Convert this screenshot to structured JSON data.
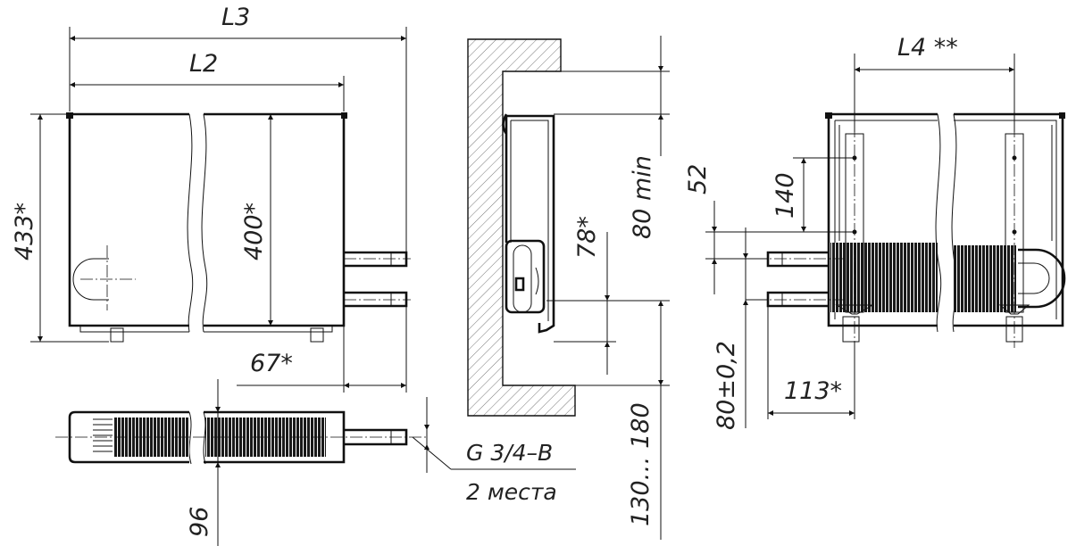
{
  "dimensions": {
    "L3": "L3",
    "L2": "L2",
    "L4": "L4 **",
    "h433": "433*",
    "h400": "400*",
    "d67": "67*",
    "d96": "96",
    "d80min": "80 min",
    "d78": "78*",
    "d52": "52",
    "d140": "140",
    "d80tol": "80±0,2",
    "d113": "113*",
    "d130_180": "130… 180"
  },
  "notes": {
    "thread": "G 3/4–B",
    "places": "2 места"
  },
  "colors": {
    "line": "#111111",
    "hatch": "#555555",
    "fin_fill": "#1a1a1a"
  }
}
